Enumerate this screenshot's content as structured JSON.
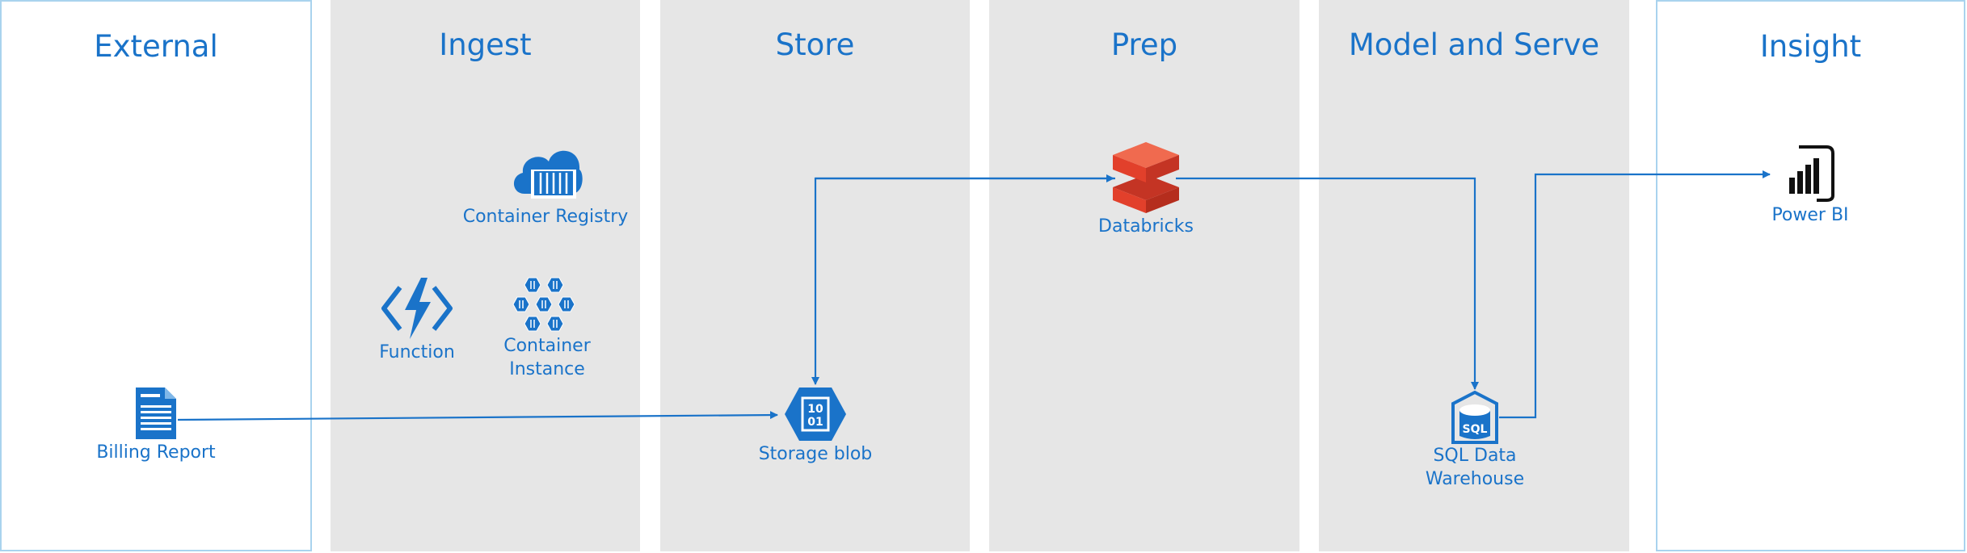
{
  "colors": {
    "accent": "#1a73c9",
    "lane_fill": "#e6e6e6",
    "lane_border": "#a9d3ee",
    "databricks": "#e2402b"
  },
  "lanes": [
    {
      "title": "External"
    },
    {
      "title": "Ingest"
    },
    {
      "title": "Store"
    },
    {
      "title": "Prep"
    },
    {
      "title": "Model and Serve"
    },
    {
      "title": "Insight"
    }
  ],
  "nodes": {
    "container_registry": {
      "label": "Container Registry",
      "icon": "container-registry-icon"
    },
    "function": {
      "label": "Function",
      "icon": "function-icon"
    },
    "container_instance": {
      "label": "Container\nInstance",
      "icon": "container-instance-icon"
    },
    "billing_report": {
      "label": "Billing Report",
      "icon": "document-icon"
    },
    "storage_blob": {
      "label": "Storage blob",
      "icon": "storage-blob-icon"
    },
    "databricks": {
      "label": "Databricks",
      "icon": "databricks-icon"
    },
    "sql_dw": {
      "label": "SQL Data\nWarehouse",
      "icon": "sql-data-warehouse-icon",
      "icon_text": "SQL"
    },
    "power_bi": {
      "label": "Power BI",
      "icon": "power-bi-icon"
    }
  },
  "storage_icon_text": [
    "10",
    "01"
  ],
  "connections": [
    {
      "from": "Billing Report",
      "to": "Storage blob"
    },
    {
      "from": "Storage blob",
      "to": "Databricks"
    },
    {
      "from": "Databricks",
      "to": "Storage blob"
    },
    {
      "from": "Databricks",
      "to": "SQL Data Warehouse"
    },
    {
      "from": "SQL Data Warehouse",
      "to": "Power BI"
    }
  ]
}
